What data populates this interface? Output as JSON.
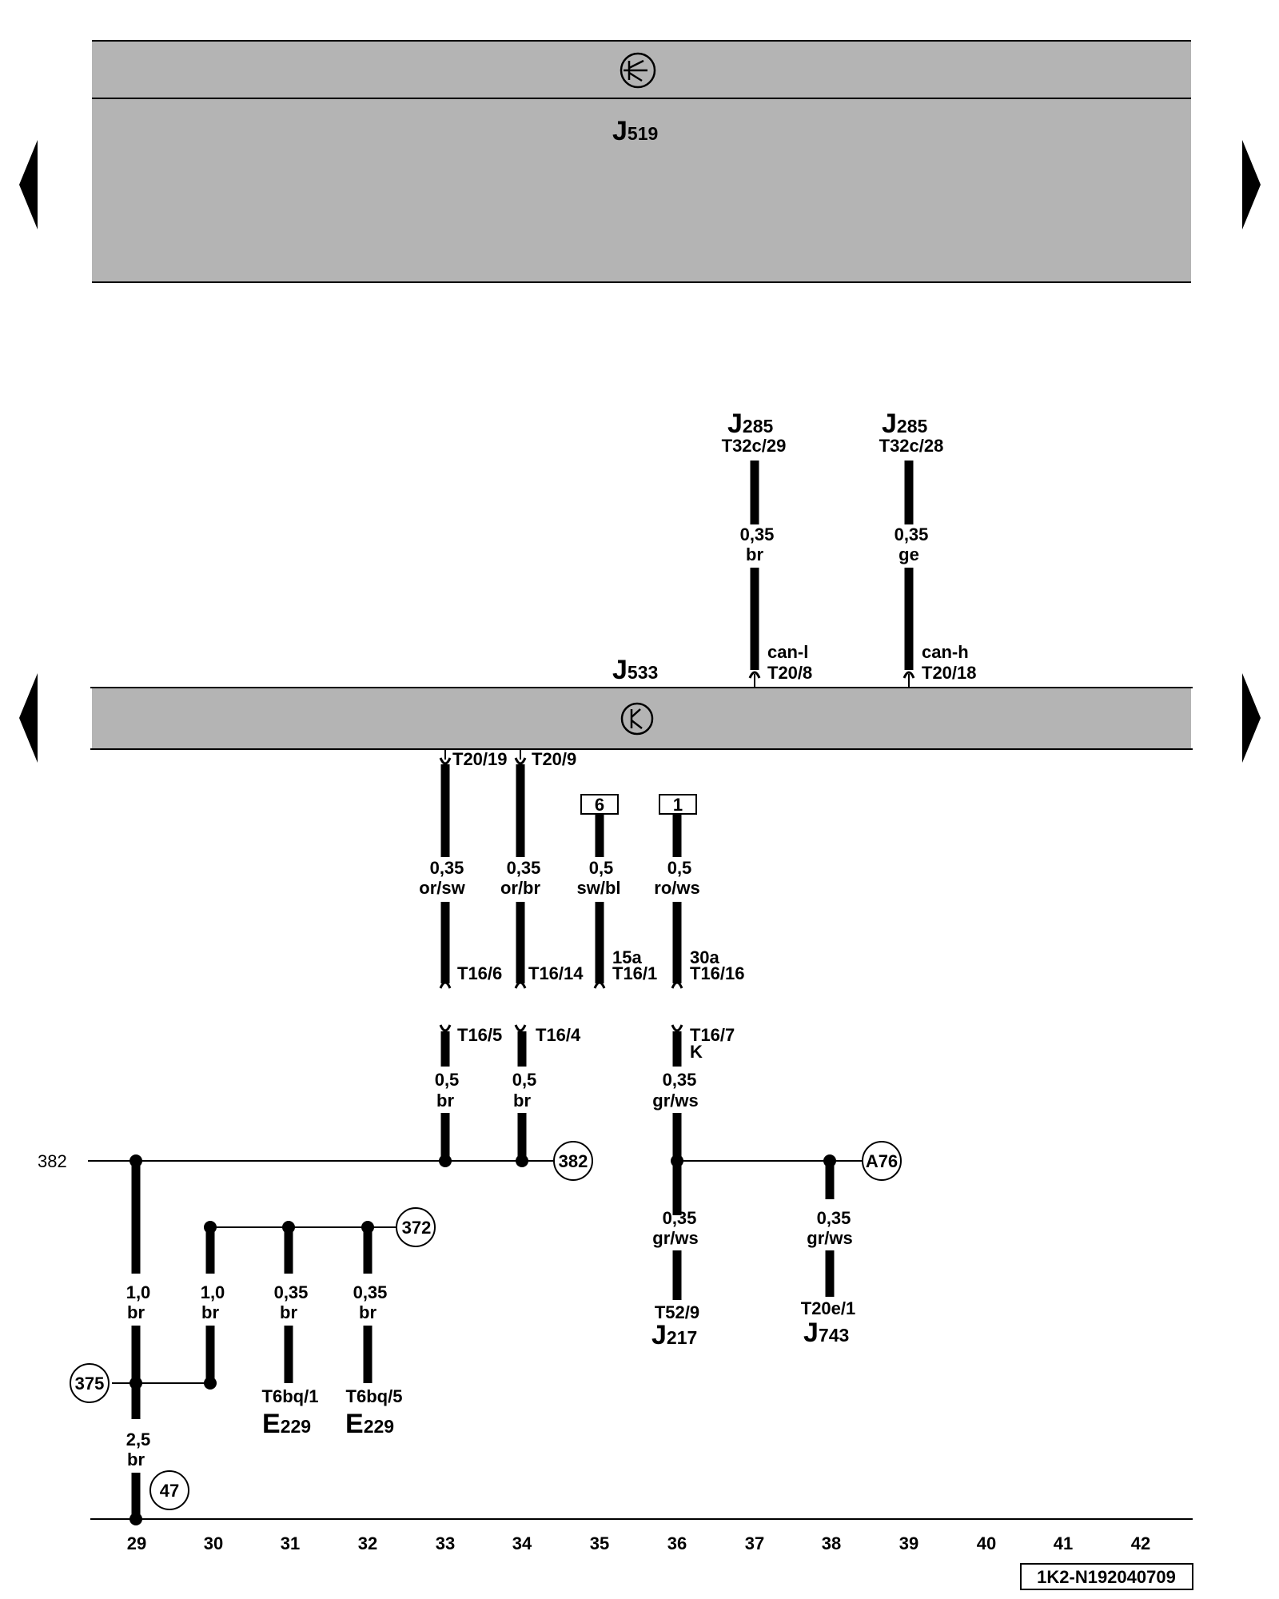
{
  "modules": {
    "top": {
      "code": "J",
      "num": "519",
      "symbol": "can-transistor-icon"
    },
    "middle": {
      "code": "J",
      "num": "533",
      "symbol": "can-transistor-icon"
    }
  },
  "nav": {
    "left": "prev-page-arrow",
    "right": "next-page-arrow"
  },
  "top_wires": [
    {
      "dest_code": "J",
      "dest_num": "285",
      "dest_pin": "T32c/29",
      "size": "0,35",
      "color": "br",
      "sig": "can-l",
      "pin": "T20/8"
    },
    {
      "dest_code": "J",
      "dest_num": "285",
      "dest_pin": "T32c/28",
      "size": "0,35",
      "color": "ge",
      "sig": "can-h",
      "pin": "T20/18"
    }
  ],
  "lower_wires": [
    {
      "pin": "T20/19",
      "size": "0,35",
      "color": "or/sw",
      "end": "T16/6"
    },
    {
      "pin": "T20/9",
      "size": "0,35",
      "color": "or/br",
      "end": "T16/14"
    },
    {
      "box": "6",
      "size": "0,5",
      "color": "sw/bl",
      "term": "15a",
      "end": "T16/1"
    },
    {
      "box": "1",
      "size": "0,5",
      "color": "ro/ws",
      "term": "30a",
      "end": "T16/16"
    }
  ],
  "diag_wires": [
    {
      "pin": "T16/5",
      "size": "0,5",
      "color": "br"
    },
    {
      "pin": "T16/4",
      "size": "0,5",
      "color": "br"
    },
    {
      "pin": "T16/7",
      "sub": "K",
      "size": "0,35",
      "color": "gr/ws"
    }
  ],
  "branches": [
    {
      "size": "0,35",
      "color": "gr/ws",
      "pin": "T52/9",
      "code": "J",
      "num": "217"
    },
    {
      "size": "0,35",
      "color": "gr/ws",
      "pin": "T20e/1",
      "code": "J",
      "num": "743"
    }
  ],
  "ground_wires": [
    {
      "size": "1,0",
      "color": "br"
    },
    {
      "size": "1,0",
      "color": "br"
    },
    {
      "size": "0,35",
      "color": "br",
      "pin": "T6bq/1",
      "code": "E",
      "num": "229"
    },
    {
      "size": "0,35",
      "color": "br",
      "pin": "T6bq/5",
      "code": "E",
      "num": "229"
    },
    {
      "size": "2,5",
      "color": "br"
    }
  ],
  "connectors": {
    "line_label": "382",
    "c382": "382",
    "c372": "372",
    "c375": "375",
    "c47": "47",
    "cA76": "A76"
  },
  "columns": [
    "29",
    "30",
    "31",
    "32",
    "33",
    "34",
    "35",
    "36",
    "37",
    "38",
    "39",
    "40",
    "41",
    "42"
  ],
  "doc_id": "1K2-N192040709"
}
